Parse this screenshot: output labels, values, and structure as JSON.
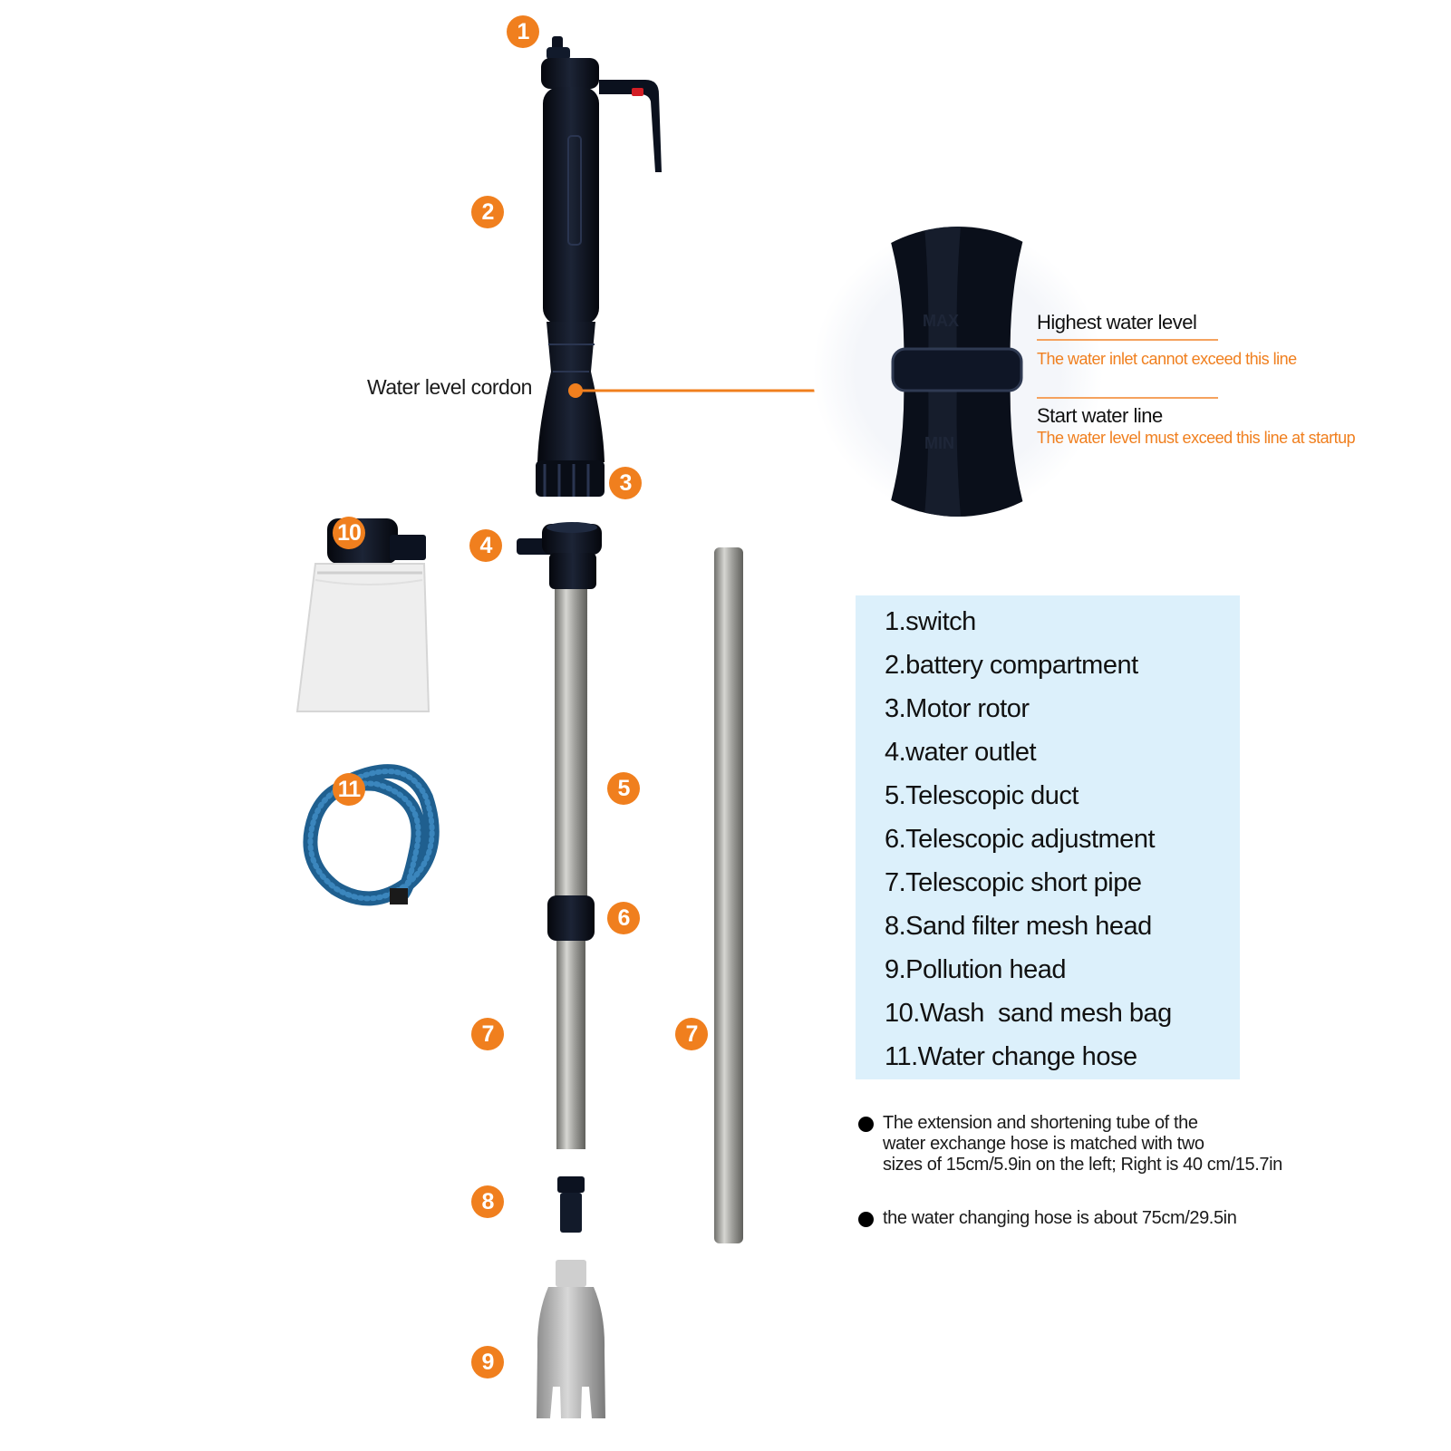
{
  "badges": [
    "1",
    "2",
    "3",
    "4",
    "5",
    "6",
    "7",
    "7",
    "8",
    "9",
    "10",
    "11"
  ],
  "cordon_label": "Water level cordon",
  "zoom": {
    "highest_title": "Highest water level",
    "highest_sub": "The water inlet cannot exceed this line",
    "start_title": "Start water line",
    "start_sub": "The water level must exceed this line at startup",
    "max_mark": "MAX",
    "min_mark": "MIN"
  },
  "parts": [
    "1.switch",
    "2.battery compartment",
    "3.Motor rotor",
    "4.water outlet",
    "5.Telescopic duct",
    "6.Telescopic adjustment",
    "7.Telescopic short pipe",
    "8.Sand filter mesh head",
    "9.Pollution head",
    "10.Wash  sand mesh bag",
    "11.Water change hose"
  ],
  "notes": [
    "The extension and shortening tube of the\nwater exchange hose is matched with two\nsizes of 15cm/5.9in on the left; Right is 40 cm/15.7in",
    "the water changing hose is about 75cm/29.5in"
  ],
  "colors": {
    "accent": "#f07f1e",
    "device": "#101828",
    "tube": "#9a9a96",
    "hose": "#1f5f8f",
    "parts_bg": "#dcf0fb"
  }
}
